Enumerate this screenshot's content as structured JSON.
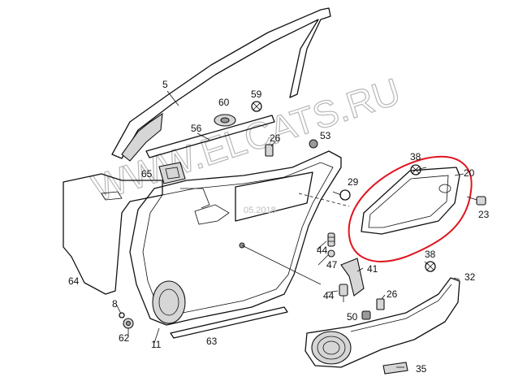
{
  "watermark": {
    "text": "WWW.ELCATS.RU",
    "date": "05.2018"
  },
  "highlight_color": "#e0141e",
  "callouts": {
    "c5": "5",
    "c59": "59",
    "c60": "60",
    "c56": "56",
    "c26a": "26",
    "c53": "53",
    "c65": "65",
    "c38a": "38",
    "c20": "20",
    "c29": "29",
    "c23": "23",
    "c64": "64",
    "c44a": "44",
    "c47": "47",
    "c41": "41",
    "c38b": "38",
    "c32": "32",
    "c44b": "44",
    "c26b": "26",
    "c8": "8",
    "c50": "50",
    "c62": "62",
    "c11": "11",
    "c63": "63",
    "c35": "35"
  }
}
